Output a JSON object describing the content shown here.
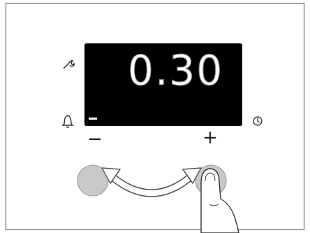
{
  "diagram": {
    "nodes": [
      {
        "text": [
          "0.30"
        ]
      }
    ],
    "labels": [
      "−",
      "+"
    ]
  }
}
